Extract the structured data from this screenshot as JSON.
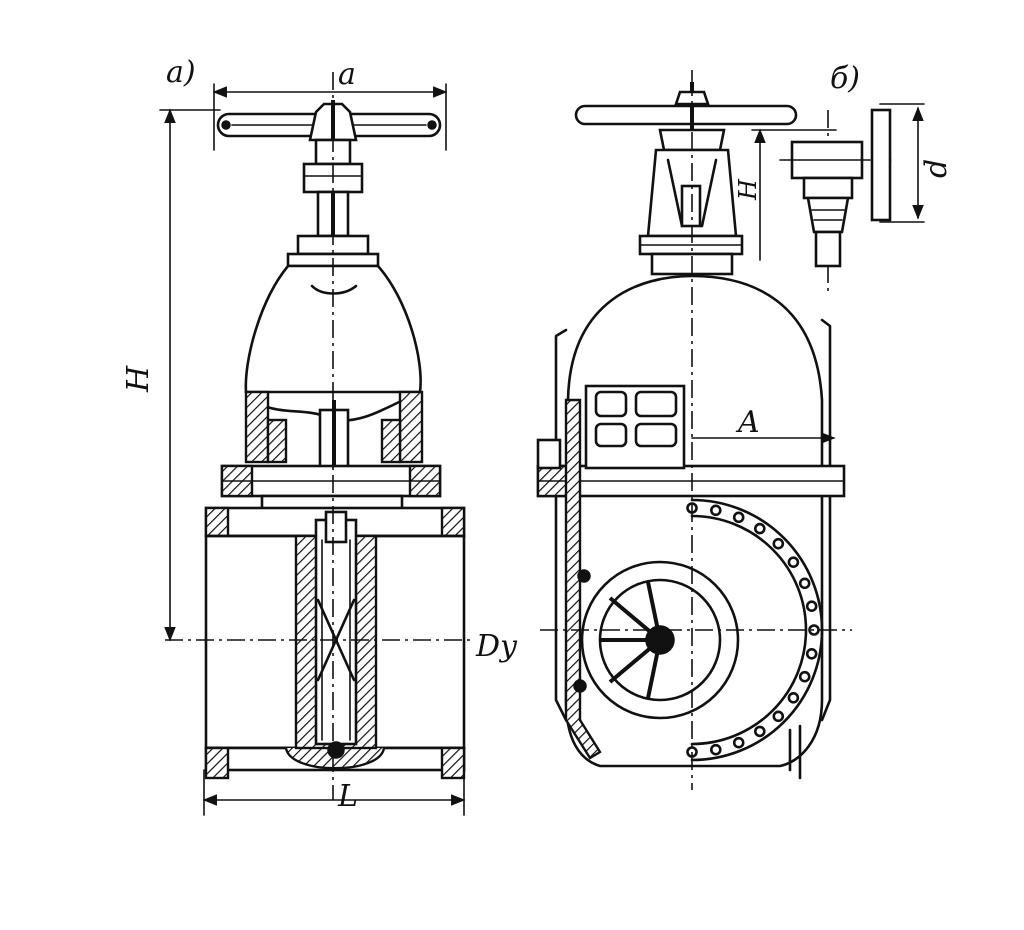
{
  "labels": {
    "view_a": "а)",
    "view_b": "б)",
    "dim_a": "a",
    "dim_H": "H",
    "dim_Dy": "Dy",
    "dim_L": "L",
    "dim_A": "A",
    "dim_h": "H",
    "dim_d": "d"
  },
  "colors": {
    "ink": "#111111",
    "paper": "#ffffff"
  }
}
